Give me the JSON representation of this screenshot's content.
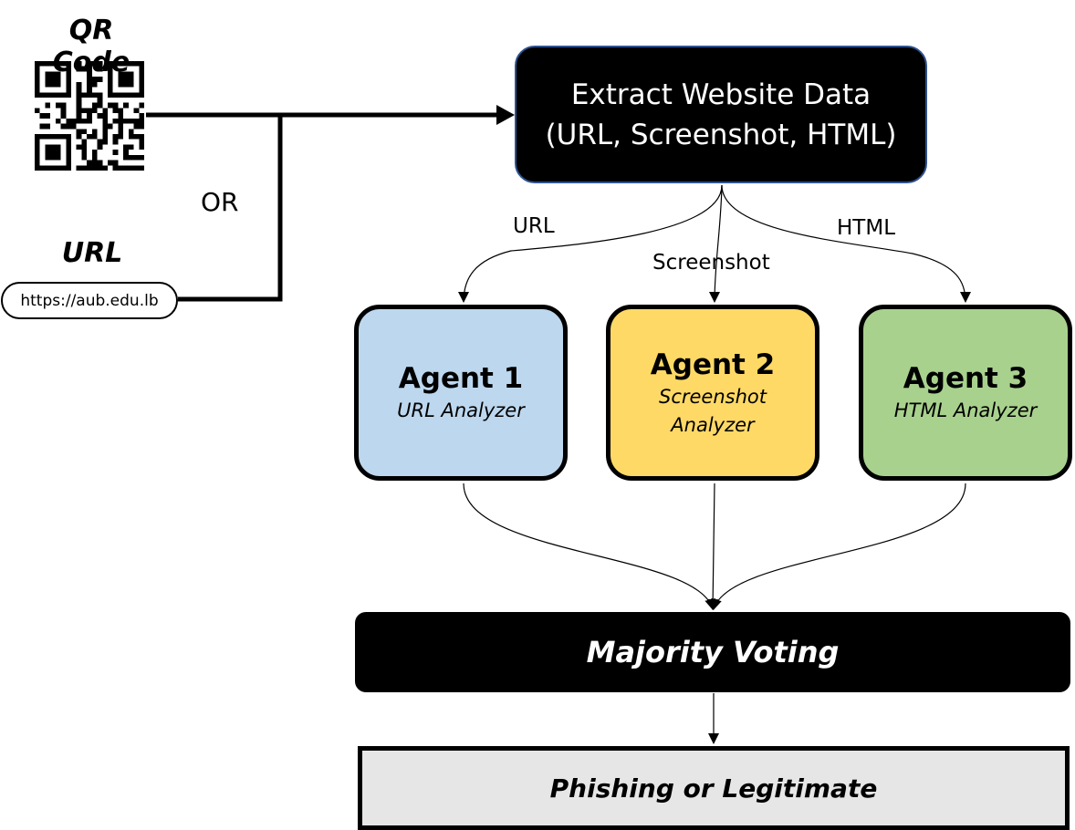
{
  "inputs": {
    "qr_title": "QR Code",
    "or_label": "OR",
    "url_title": "URL",
    "url_value": "https://aub.edu.lb"
  },
  "extract": {
    "line1": "Extract Website Data",
    "line2": "(URL, Screenshot, HTML)"
  },
  "edge_labels": {
    "url": "URL",
    "screenshot": "Screenshot",
    "html": "HTML"
  },
  "agents": [
    {
      "name": "Agent 1",
      "role": "URL Analyzer",
      "color": "#bdd7ee"
    },
    {
      "name": "Agent 2",
      "role_line1": "Screenshot",
      "role_line2": "Analyzer",
      "color": "#ffd966"
    },
    {
      "name": "Agent 3",
      "role": "HTML Analyzer",
      "color": "#a9d18e"
    }
  ],
  "voting": {
    "label": "Majority Voting"
  },
  "result": {
    "label": "Phishing or Legitimate"
  }
}
